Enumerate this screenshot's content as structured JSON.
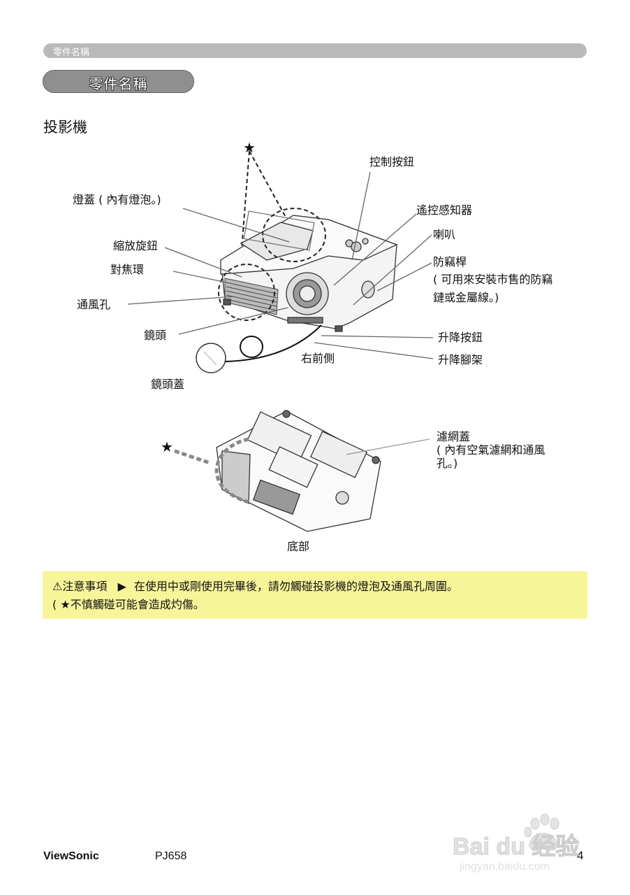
{
  "header": {
    "section_tab": "零件名稱",
    "title_pill": "零件名稱"
  },
  "heading": "投影機",
  "front_labels": {
    "lamp_cover": "燈蓋 ( 內有燈泡。)",
    "zoom_knob": "縮放旋鈕",
    "focus_ring": "對焦環",
    "vent": "通風孔",
    "lens": "鏡頭",
    "lens_cap": "鏡頭蓋",
    "control_buttons": "控制按鈕",
    "remote_sensor": "遙控感知器",
    "speaker": "喇叭",
    "security_bar_title": "防竊桿",
    "security_bar_line1": "( 可用來安裝市售的防竊",
    "security_bar_line2": "鏈或金屬線。)",
    "elevator_button": "升降按鈕",
    "elevator_foot": "升降腳架",
    "view_caption": "右前側"
  },
  "bottom_labels": {
    "filter_cover_line1": "濾網蓋",
    "filter_cover_line2": "( 內有空氣濾網和通風",
    "filter_cover_line3": "孔。)",
    "view_caption": "底部"
  },
  "warning": {
    "prefix": "⚠注意事項",
    "line1": "在使用中或剛使用完畢後，請勿觸碰投影機的燈泡及通風孔周圍。",
    "line2_open": "(",
    "line2_text": "不慎觸碰可能會造成灼傷。"
  },
  "footer": {
    "brand": "ViewSonic",
    "model": "PJ658",
    "page": "4"
  },
  "watermark": {
    "brand": "Bai du 经验",
    "url": "jingyan.baidu.com"
  }
}
